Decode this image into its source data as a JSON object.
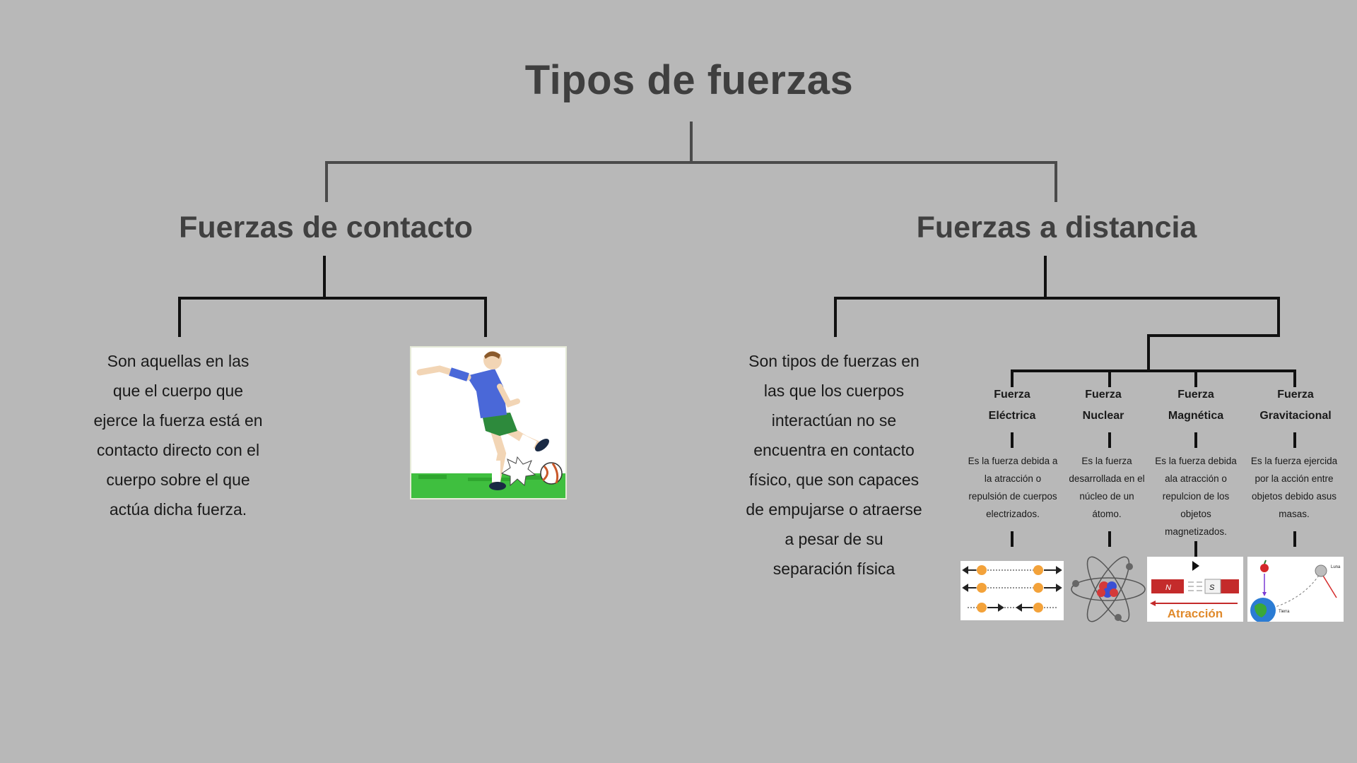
{
  "title": "Tipos de fuerzas",
  "contact": {
    "title": "Fuerzas de contacto",
    "description": "Son aquellas en las que el cuerpo que ejerce la fuerza está en contacto directo con el cuerpo sobre el que actúa dicha fuerza.",
    "image_icon": "soccer-player-kicking-ball"
  },
  "distance": {
    "title": "Fuerzas a distancia",
    "description": "Son tipos de fuerzas en las que los cuerpos interactúan no se encuentra en contacto físico,  que son capaces de empujarse o atraerse a pesar de su separación física",
    "types": [
      {
        "name_line1": "Fuerza",
        "name_line2": "Eléctrica",
        "description": "Es la fuerza debida a la atracción o repulsión de cuerpos electrizados.",
        "icon": "electric-charges-icon"
      },
      {
        "name_line1": "Fuerza",
        "name_line2": "Nuclear",
        "description": "Es la fuerza desarrollada en el núcleo de un átomo.",
        "icon": "atom-icon"
      },
      {
        "name_line1": "Fuerza",
        "name_line2": "Magnética",
        "description": "Es la fuerza debida ala atracción o repulcion de los objetos magnetizados.",
        "icon": "magnet-attraction-icon",
        "image_label": "Atracción",
        "pole_n": "N",
        "pole_s": "S"
      },
      {
        "name_line1": "Fuerza",
        "name_line2": "Gravitacional",
        "description": "Es la fuerza ejercida por la acción entre objetos debido asus masas.",
        "icon": "earth-moon-gravity-icon",
        "label_moon": "Luna",
        "label_earth": "Tierra"
      }
    ]
  },
  "colors": {
    "background": "#b8b8b8",
    "heading": "#3f3f3f",
    "connector_gray": "#4a4a4a",
    "connector_black": "#111111",
    "magnet_accent": "#e08a2c",
    "magnet_red": "#c42b2b"
  }
}
